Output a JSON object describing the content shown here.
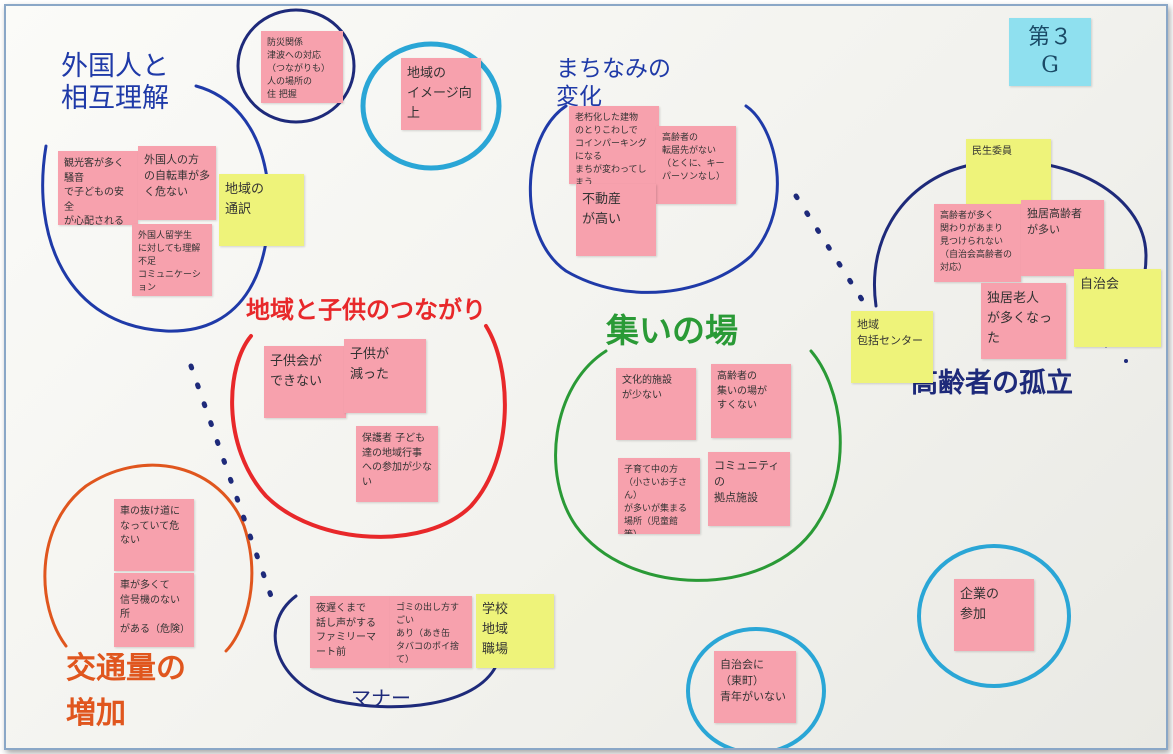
{
  "group_tag": "第３\nG",
  "titles": {
    "foreigners": "外国人と\n相互理解",
    "townscape": "まちなみの\n変化",
    "children": "地域と子供のつながり",
    "gathering": "集いの場",
    "elderly": "高齢者の孤立",
    "traffic": "交通量の\n増加",
    "manners": "マナー"
  },
  "notes": {
    "disaster": "防災関係\n津波への対応\n（つながりも）\n人の場所の\n住 把握",
    "image_up": "地域の\nイメージ向上",
    "tourists": "観光客が多く騒音\nで子どもの安全\nが心配される",
    "foreign_traffic": "外国人の方\nの自転車が多\nく危ない",
    "area_situation": "地域の\n通訳",
    "foreign_students": "外国人留学生\nに対しても理解\n不足\nコミュニケーション",
    "old_buildings": "老朽化した建物\nのとりこわしで\nコインパーキングになる\nまちが変わってしまう",
    "elderly_housing": "高齢者の\n転居先がない\n（とくに、キーパーソンなし）",
    "real_estate": "不動産\nが高い",
    "commissioner": "民生委員",
    "elderly_many": "高齢者が多く\n関わりがあまり\n見つけられない\n（自治会高齢者の対応）",
    "single_elderly": "独居高齢者\nが多い",
    "living_alone": "独居老人\nが多くなった",
    "neighborhood_assoc": "自治会",
    "support_center": "地域\n包括センター",
    "kids_club": "子供会が\nできない",
    "fewer_kids": "子供が\n減った",
    "guardians": "保護者 子ども\n達の地域行事\nへの参加が少ない",
    "culture_facilities": "文化的施設\nが少ない",
    "elderly_gathering": "高齢者の\n集いの場が\nすくない",
    "parenting": "子育て中の方\n（小さいお子さん）\nが多いが集まる\n場所（児童館等）\nがない",
    "community_hub": "コミュニティの\n拠点施設",
    "narrow_road": "車の抜け道に\nなっていて危ない",
    "many_cars": "車が多くて\n信号機のない所\nがある（危険）",
    "loud_voices": "夜遅くまで\n話し声がする\nファミリーマート前",
    "garbage": "ゴミの出し方すごい\nあり（あき缶\nタバコのポイ捨て）",
    "school_work": "学校\n地域\n職場",
    "assoc_youth": "自治会に\n（東町）\n青年がいない",
    "companies": "企業の\n参加"
  },
  "colors": {
    "pink": "#f7a1ad",
    "yellow": "#eef37a",
    "cyan": "#8fe0ef",
    "blue": "#1f3aa8",
    "red": "#e8282a",
    "green": "#2a9a36",
    "orange": "#e0561e",
    "light_blue": "#2aa6d6",
    "navy": "#1e2a7a"
  }
}
